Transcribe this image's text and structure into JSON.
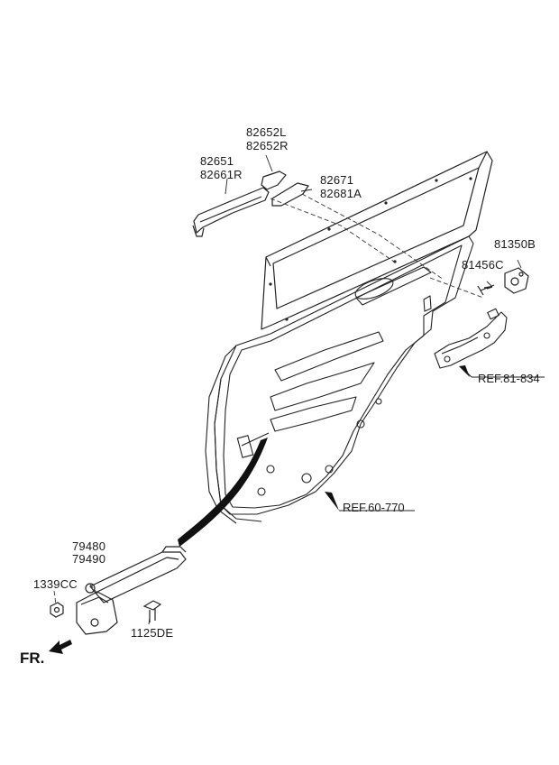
{
  "part_labels": {
    "handle_cover_l": "82652L",
    "handle_cover_r": "82652R",
    "handle_outer_a": "82651",
    "handle_outer_b": "82661R",
    "handle_cover_plate_a": "82671",
    "handle_cover_plate_b": "82681A",
    "striker": "81350B",
    "bolt": "81456C",
    "checker_a": "79480",
    "checker_b": "79490",
    "nut": "1339CC",
    "checker_bolt": "1125DE"
  },
  "references": {
    "latch_ref": "REF.81-834",
    "door_ref": "REF.60-770"
  },
  "direction_marker": "FR."
}
